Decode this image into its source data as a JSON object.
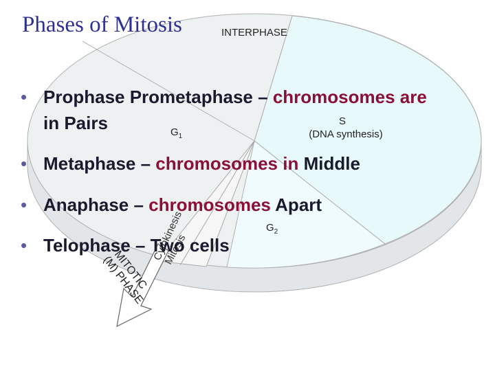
{
  "title": "Phases of Mitosis",
  "diagram": {
    "interphase_label": "INTERPHASE",
    "g1": {
      "main": "G",
      "sub": "1"
    },
    "g2": {
      "main": "G",
      "sub": "2"
    },
    "s_label": "S",
    "s_detail": "(DNA synthesis)",
    "cytokinesis": "Cytokinesis",
    "mitosis": "Mitosis",
    "mitotic_line1": "MITOTIC",
    "mitotic_line2": "(M) PHASE",
    "colors": {
      "ring": "#eef1f2",
      "s_fill": "#e6f9fc",
      "outline": "#b0b0b0"
    }
  },
  "bullets": [
    {
      "term": "Prophase Prometaphase – ",
      "rest_line1": "chromosomes are",
      "line2_dark": "in Pairs",
      "line2_accent": ""
    },
    {
      "term": "Metaphase – ",
      "accent": "chromosomes in ",
      "tail": "Middle"
    },
    {
      "term": "Anaphase – ",
      "accent": "chromosomes ",
      "tail": "Apart"
    },
    {
      "term": "Telophase – ",
      "accent": "",
      "tail": "Two cells"
    }
  ],
  "bullet_symbol": "•"
}
